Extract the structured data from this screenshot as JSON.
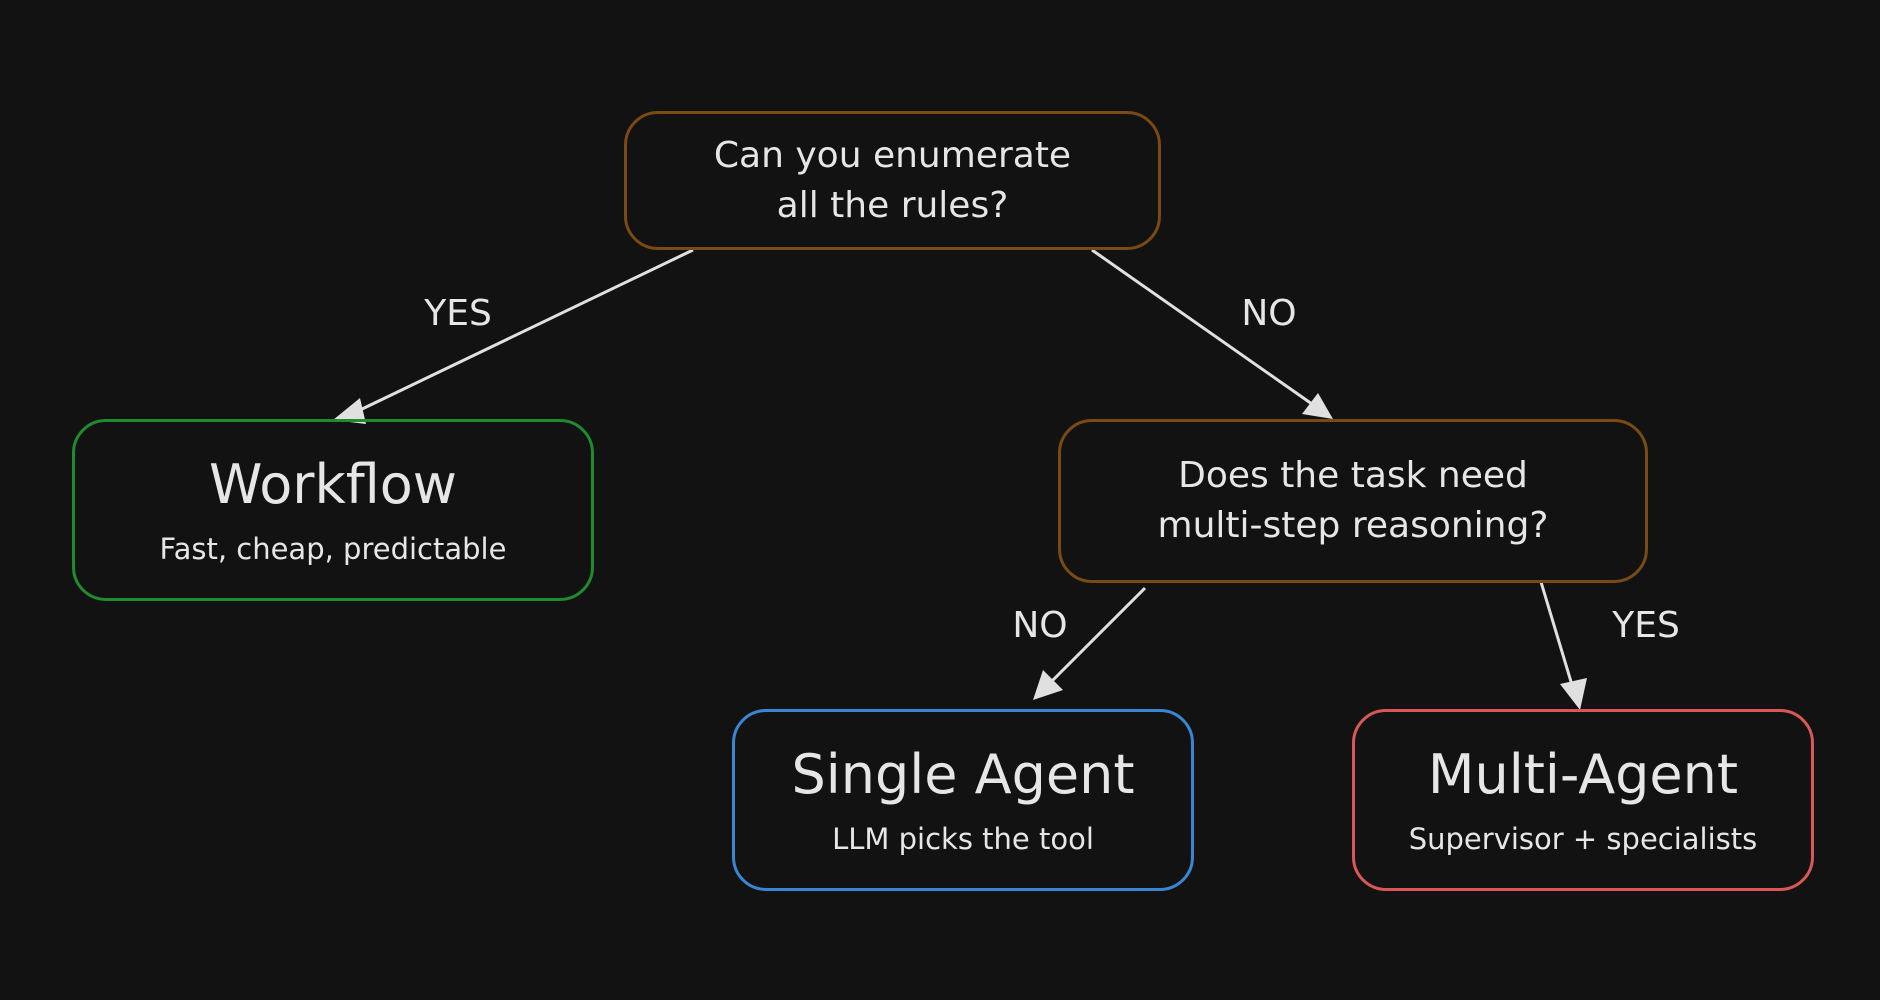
{
  "colors": {
    "background": "#121212",
    "decision_border": "#7a4a14",
    "workflow_border": "#1f8a2e",
    "single_agent_border": "#3a86d4",
    "multi_agent_border": "#d95757",
    "text": "#e6e6e6",
    "arrow": "#e0e0e0"
  },
  "nodes": {
    "q1": {
      "text": "Can you enumerate\nall the rules?"
    },
    "q2": {
      "text": "Does the task need\nmulti-step reasoning?"
    },
    "workflow": {
      "title": "Workflow",
      "subtitle": "Fast, cheap, predictable"
    },
    "single_agent": {
      "title": "Single Agent",
      "subtitle": "LLM picks the tool"
    },
    "multi_agent": {
      "title": "Multi-Agent",
      "subtitle": "Supervisor + specialists"
    }
  },
  "edges": {
    "q1_to_workflow": {
      "label": "YES"
    },
    "q1_to_q2": {
      "label": "NO"
    },
    "q2_to_single": {
      "label": "NO"
    },
    "q2_to_multi": {
      "label": "YES"
    }
  }
}
